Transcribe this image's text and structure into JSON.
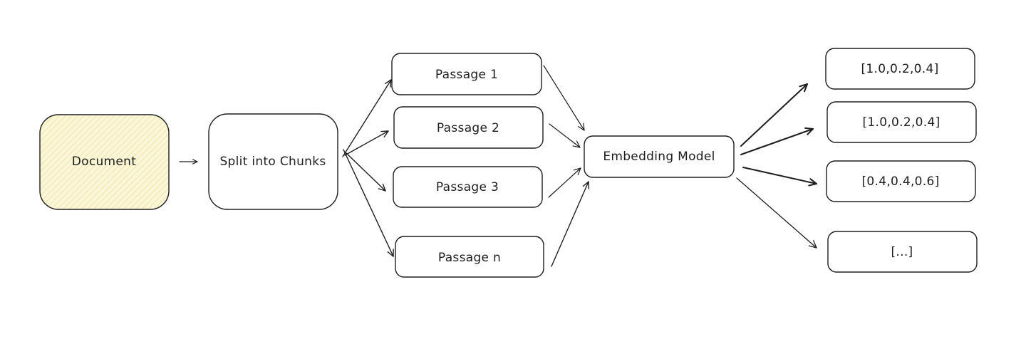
{
  "colors": {
    "stroke": "#1e1e1e",
    "document_fill": "#fbf6d7",
    "document_hatch": "#eadf9a",
    "box_fill": "#ffffff"
  },
  "nodes": {
    "document": "Document",
    "split": "Split into Chunks",
    "passages": [
      "Passage 1",
      "Passage 2",
      "Passage 3",
      "Passage n"
    ],
    "model": "Embedding Model",
    "vectors": [
      "[1.0,0.2,0.4]",
      "[1.0,0.2,0.4]",
      "[0.4,0.4,0.6]",
      "[...]"
    ]
  }
}
